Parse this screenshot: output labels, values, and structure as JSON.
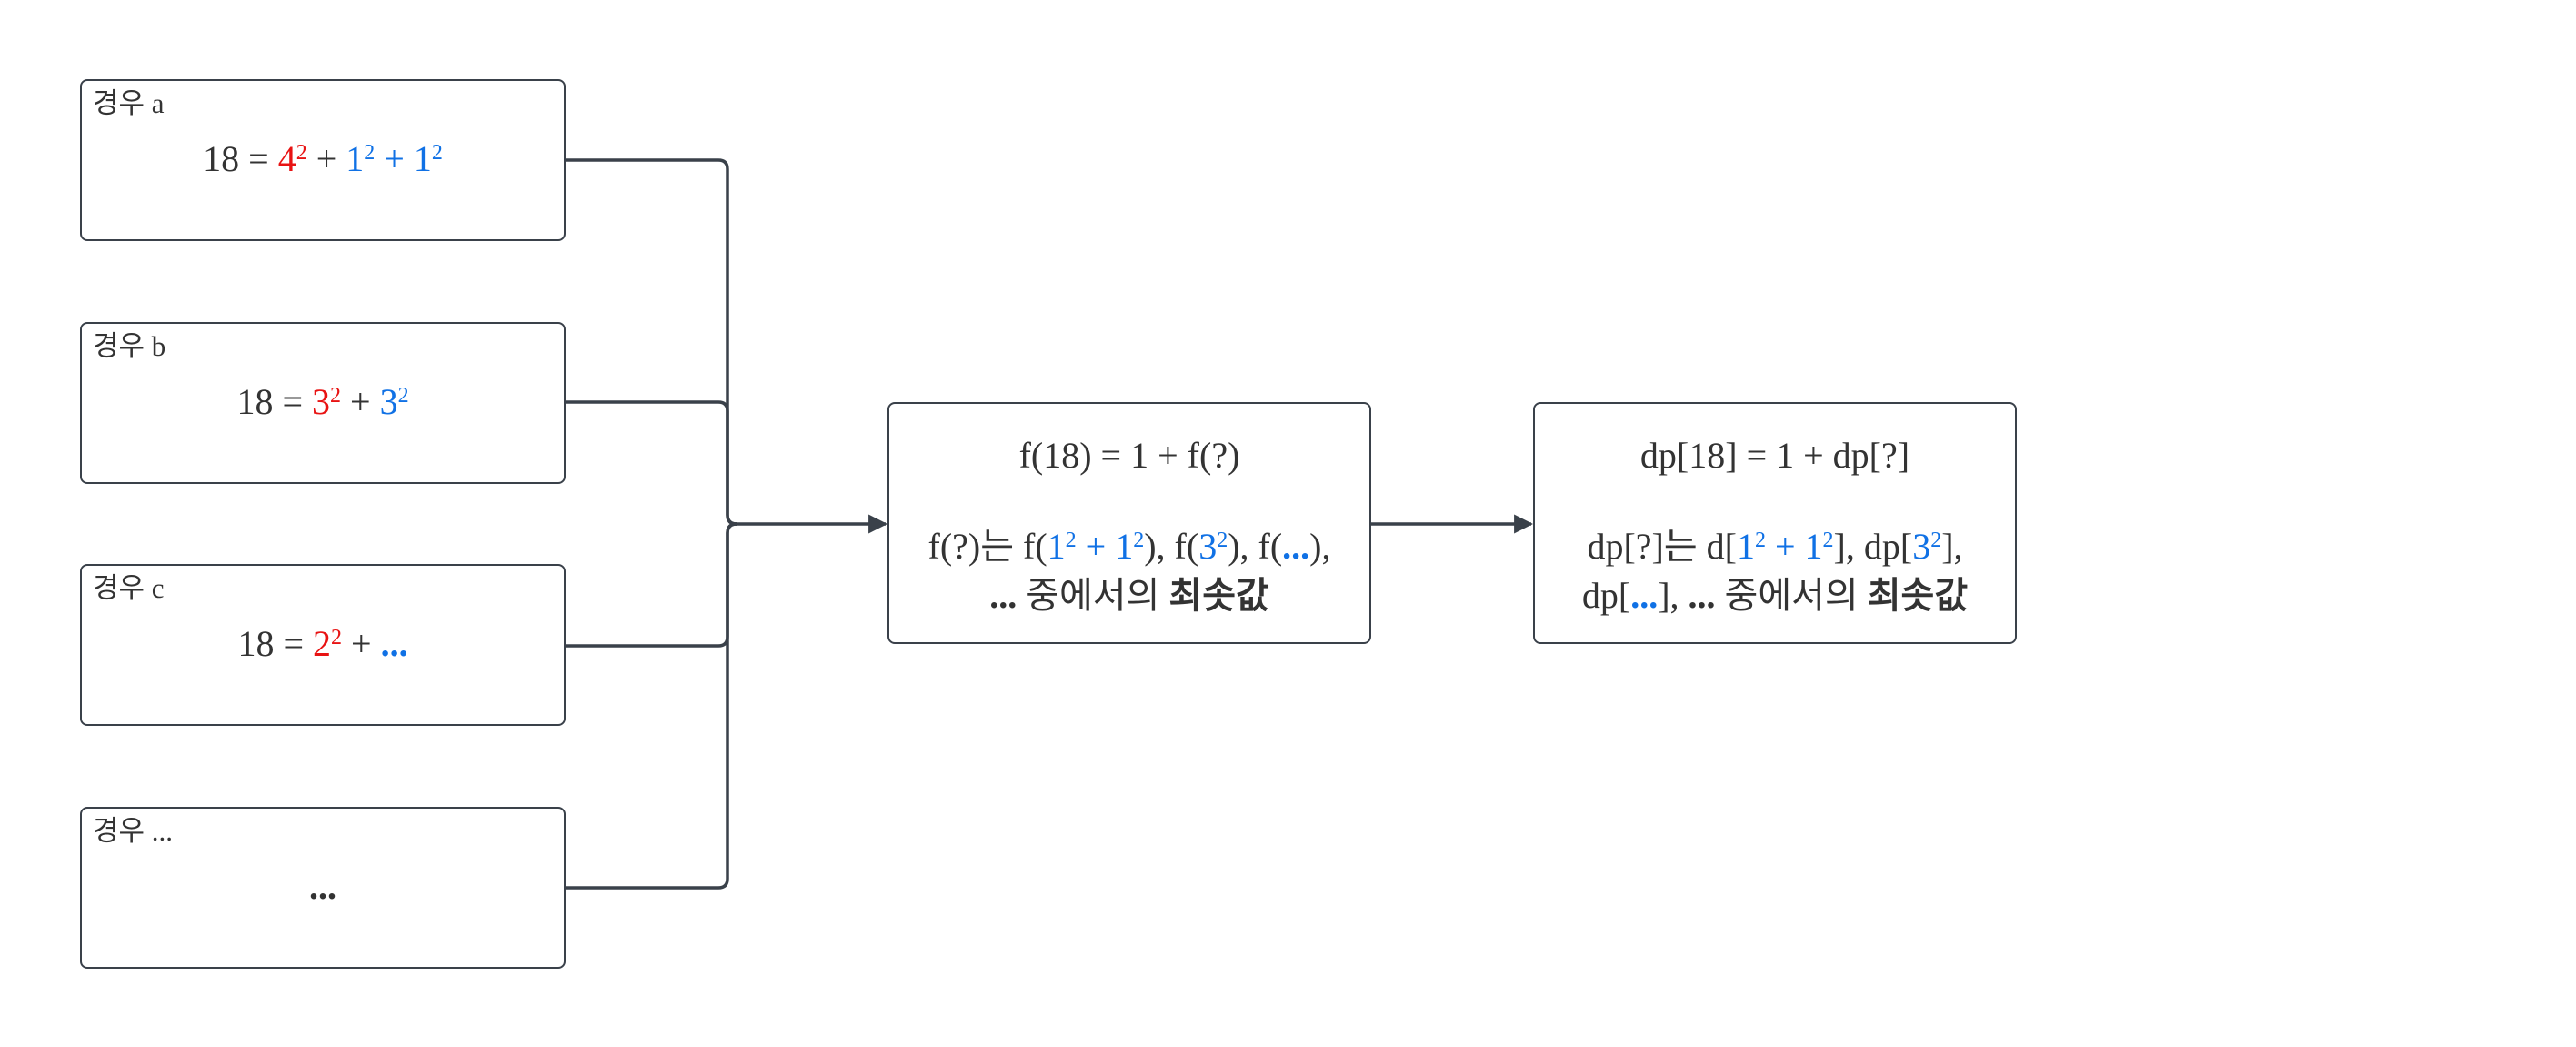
{
  "colors": {
    "red": "#e81313",
    "blue": "#1071e5",
    "text": "#333333",
    "stroke": "#3a414a"
  },
  "cases": {
    "a": {
      "label": "경우 a",
      "lhs": "18 = ",
      "t1": "4",
      "exp": "2",
      "plus": " + ",
      "t2": "1",
      "t3": "1"
    },
    "b": {
      "label": "경우 b",
      "lhs": "18 = ",
      "t1": "3",
      "exp": "2",
      "plus": " + ",
      "t2": "3"
    },
    "c": {
      "label": "경우 c",
      "lhs": "18 = ",
      "t1": "2",
      "exp": "2",
      "plus": " + ",
      "ellipsis": "..."
    },
    "d": {
      "label": "경우 ...",
      "ellipsis": "..."
    }
  },
  "f_box": {
    "line1": "f(18) = 1 + f(?)",
    "pre": "f(?)는 f(",
    "one": "1",
    "exp": "2",
    "plus": " + ",
    "mid1": "), f(",
    "three": "3",
    "mid2": "), f(",
    "dots": "...",
    "end1": "),",
    "dots2": "...",
    "tail": " 중에서의 ",
    "bold": "최솟값"
  },
  "dp_box": {
    "line1": "dp[18] = 1 + dp[?]",
    "pre": "dp[?]는 d[",
    "one": "1",
    "exp": "2",
    "plus": " + ",
    "mid1": "], dp[",
    "three": "3",
    "end1": "],",
    "pre2": "dp[",
    "dots": "...",
    "mid2": "], ",
    "dots2": "...",
    "tail": " 중에서의 ",
    "bold": "최솟값"
  }
}
